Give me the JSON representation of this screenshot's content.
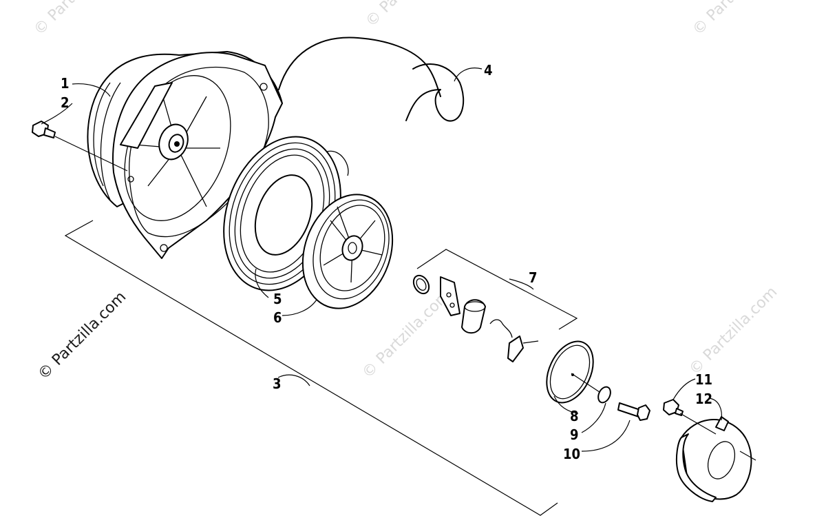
{
  "watermarks": {
    "main": "© Partzilla.com",
    "faint": "© Partzilla.com"
  },
  "callouts": {
    "c1": "1",
    "c2": "2",
    "c3": "3",
    "c4": "4",
    "c5": "5",
    "c6": "6",
    "c7": "7",
    "c8": "8",
    "c9": "9",
    "c10": "10",
    "c11": "11",
    "c12": "12"
  },
  "colors": {
    "line": "#000000",
    "background": "#ffffff",
    "watermark_faint": "#d9d9d9"
  }
}
